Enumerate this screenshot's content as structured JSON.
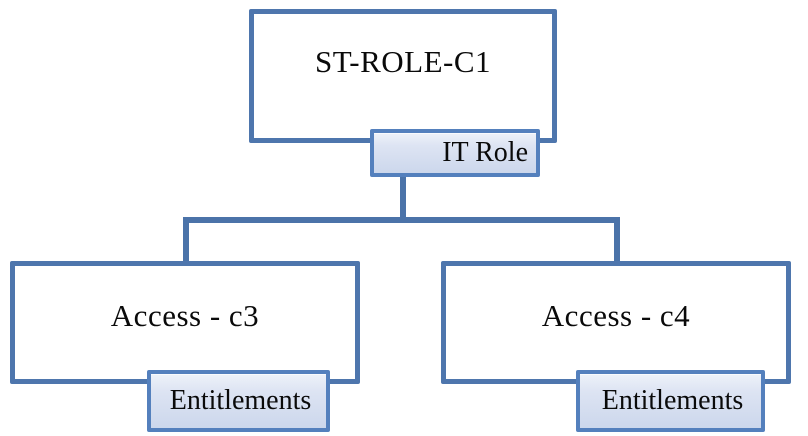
{
  "diagram": {
    "type": "hierarchy-org-chart",
    "background": "#ffffff",
    "colors": {
      "box_border": "#4e76ad",
      "connector": "#4b73a9",
      "tag_border": "#5480bd",
      "tag_fill_top": "#eef2f9",
      "tag_fill_bottom": "#ccd7ec",
      "text": "#0a0a0a"
    },
    "root": {
      "label": "ST-ROLE-C1",
      "tag": "IT Role"
    },
    "children": [
      {
        "label": "Access - c3",
        "tag": "Entitlements"
      },
      {
        "label": "Access - c4",
        "tag": "Entitlements"
      }
    ]
  }
}
